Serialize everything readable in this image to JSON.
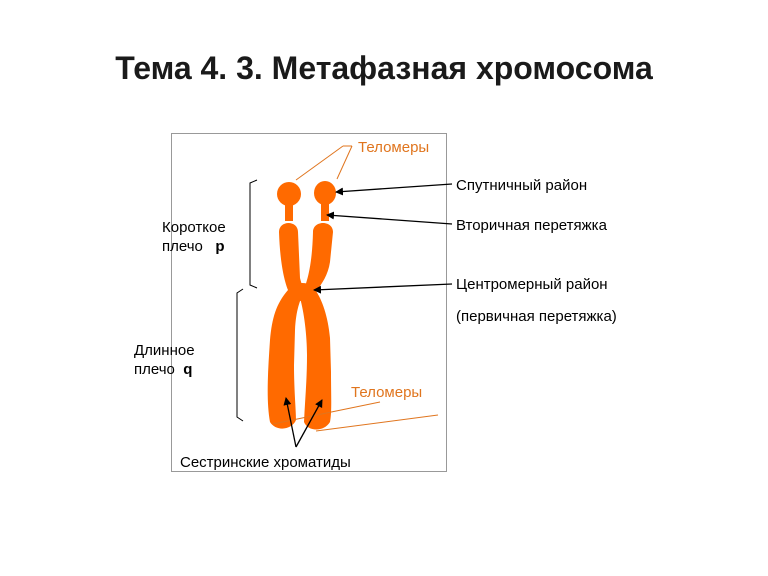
{
  "slide": {
    "title": "Тема 4. 3.  Метафазная хромосома"
  },
  "diagram": {
    "labels": {
      "telomeres_top": "Теломеры",
      "satellite_region": "Спутничный район",
      "secondary_constriction": "Вторичная перетяжка",
      "short_arm_line1": "Короткое",
      "short_arm_line2_prefix": "плечо",
      "short_arm_letter": "p",
      "centromere_region": "Центромерный район",
      "primary_constriction": "(первичная перетяжка)",
      "long_arm_line1": "Длинное",
      "long_arm_line2_prefix": "плечо",
      "long_arm_letter": "q",
      "telomeres_bottom": "Теломеры",
      "sister_chromatids": "Сестринские хроматиды"
    },
    "colors": {
      "chromosome": "#ff6a00",
      "telomere_label": "#e0751e",
      "pointer_lines": "#000000",
      "telomere_lines": "#e0751e"
    }
  }
}
